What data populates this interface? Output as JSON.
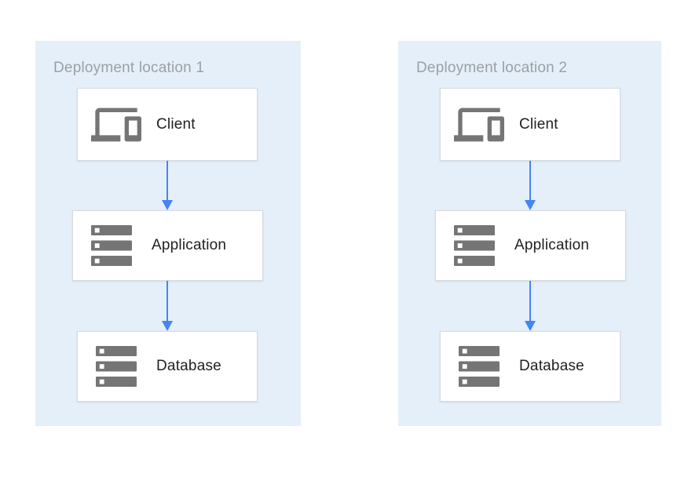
{
  "panels": [
    {
      "title": "Deployment location 1",
      "nodes": [
        {
          "id": "client",
          "label": "Client",
          "icon": "devices-icon"
        },
        {
          "id": "application",
          "label": "Application",
          "icon": "server-stack-icon"
        },
        {
          "id": "database",
          "label": "Database",
          "icon": "server-stack-icon"
        }
      ],
      "connections": [
        {
          "from": "Client",
          "to": "Application"
        },
        {
          "from": "Application",
          "to": "Database"
        }
      ]
    },
    {
      "title": "Deployment location 2",
      "nodes": [
        {
          "id": "client",
          "label": "Client",
          "icon": "devices-icon"
        },
        {
          "id": "application",
          "label": "Application",
          "icon": "server-stack-icon"
        },
        {
          "id": "database",
          "label": "Database",
          "icon": "server-stack-icon"
        }
      ],
      "connections": [
        {
          "from": "Client",
          "to": "Application"
        },
        {
          "from": "Application",
          "to": "Database"
        }
      ]
    }
  ],
  "colors": {
    "panel_background": "#E5EFF9",
    "arrow": "#4285F4",
    "icon": "#757575",
    "title_text": "#9AA0A6",
    "node_text": "#212121",
    "node_border": "#D8DADD"
  }
}
